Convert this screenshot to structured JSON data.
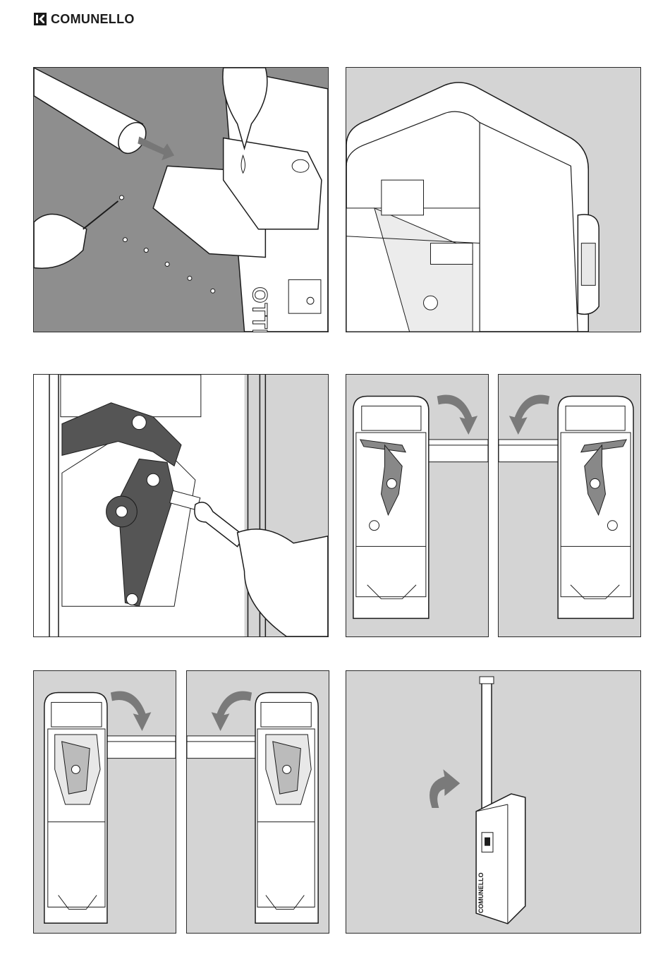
{
  "brand": {
    "name": "COMUNELLO",
    "icon": "comunello-logo-icon"
  },
  "panels": [
    {
      "id": "1",
      "icon": "beam-mounting-illustration"
    },
    {
      "id": "2",
      "icon": "housing-cover-illustration"
    },
    {
      "id": "3",
      "icon": "lever-wrench-illustration"
    },
    {
      "id": "4a",
      "icon": "right-mount-lever-illustration"
    },
    {
      "id": "4b",
      "icon": "left-mount-lever-illustration"
    },
    {
      "id": "5a",
      "icon": "right-mount-spring-illustration"
    },
    {
      "id": "5b",
      "icon": "left-mount-spring-illustration"
    },
    {
      "id": "6",
      "icon": "barrier-raised-illustration"
    }
  ],
  "housing_label": "COMUNELLO",
  "colors": {
    "panel_bg": "#d4d4d4",
    "dark_part": "#555555",
    "arrow": "#7a7a7a",
    "line": "#1b1b1b"
  }
}
